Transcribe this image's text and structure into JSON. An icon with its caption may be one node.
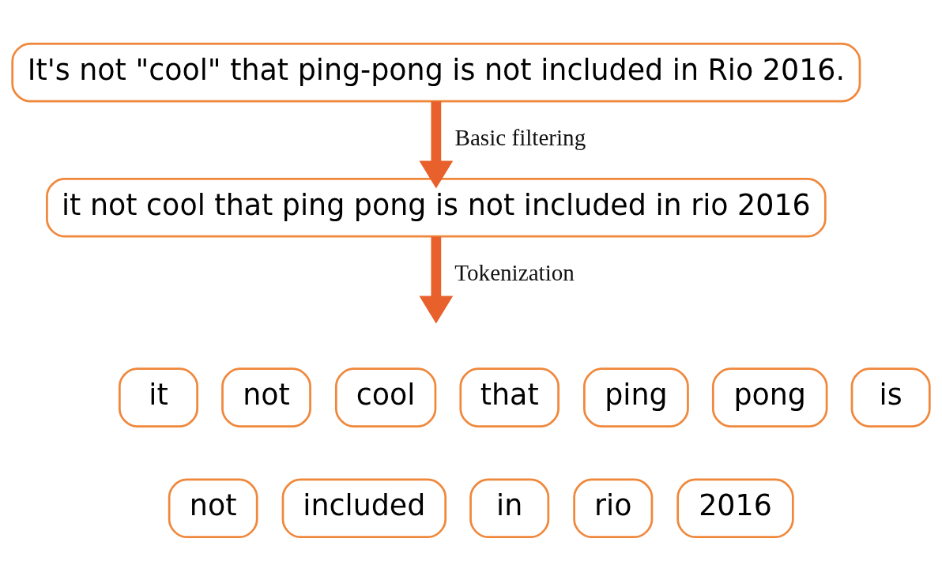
{
  "diagram": {
    "nodes": [
      {
        "text": [
          "It's not \"cool\" that ping-pong is not included in Rio 2016."
        ]
      },
      {
        "text": [
          "it not cool that ping pong is not included in rio 2016"
        ]
      },
      {
        "text": [
          "it"
        ]
      },
      {
        "text": [
          "not"
        ]
      },
      {
        "text": [
          "cool"
        ]
      },
      {
        "text": [
          "that"
        ]
      },
      {
        "text": [
          "ping"
        ]
      },
      {
        "text": [
          "pong"
        ]
      },
      {
        "text": [
          "is"
        ]
      },
      {
        "text": [
          "not"
        ]
      },
      {
        "text": [
          "included"
        ]
      },
      {
        "text": [
          "in"
        ]
      },
      {
        "text": [
          "rio"
        ]
      },
      {
        "text": [
          "2016"
        ]
      }
    ],
    "edges": [
      {
        "from": 0,
        "to": 1,
        "arrow": "to",
        "label": "Basic filtering"
      },
      {
        "from": 1,
        "to": null,
        "arrow": "to",
        "label": "Tokenization"
      }
    ]
  }
}
